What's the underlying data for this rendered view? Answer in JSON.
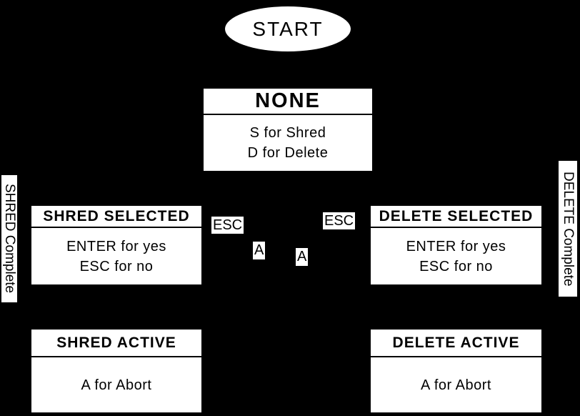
{
  "colors": {
    "background": "#000000",
    "node_fill": "#ffffff",
    "node_text": "#000000",
    "divider": "#000000"
  },
  "start": {
    "label": "START"
  },
  "states": {
    "none": {
      "title": "NONE",
      "line1": "S for Shred",
      "line2": "D for Delete"
    },
    "shred_selected": {
      "title": "SHRED SELECTED",
      "line1": "ENTER for yes",
      "line2": "ESC for no"
    },
    "delete_selected": {
      "title": "DELETE SELECTED",
      "line1": "ENTER for yes",
      "line2": "ESC for no"
    },
    "shred_active": {
      "title": "SHRED ACTIVE",
      "line1": "A for Abort"
    },
    "delete_active": {
      "title": "DELETE ACTIVE",
      "line1": "A for Abort"
    }
  },
  "edge_labels": {
    "esc_left": "ESC",
    "esc_right": "ESC",
    "a_left": "A",
    "a_right": "A"
  },
  "side_labels": {
    "left": "SHRED Complete",
    "right": "DELETE Complete"
  }
}
